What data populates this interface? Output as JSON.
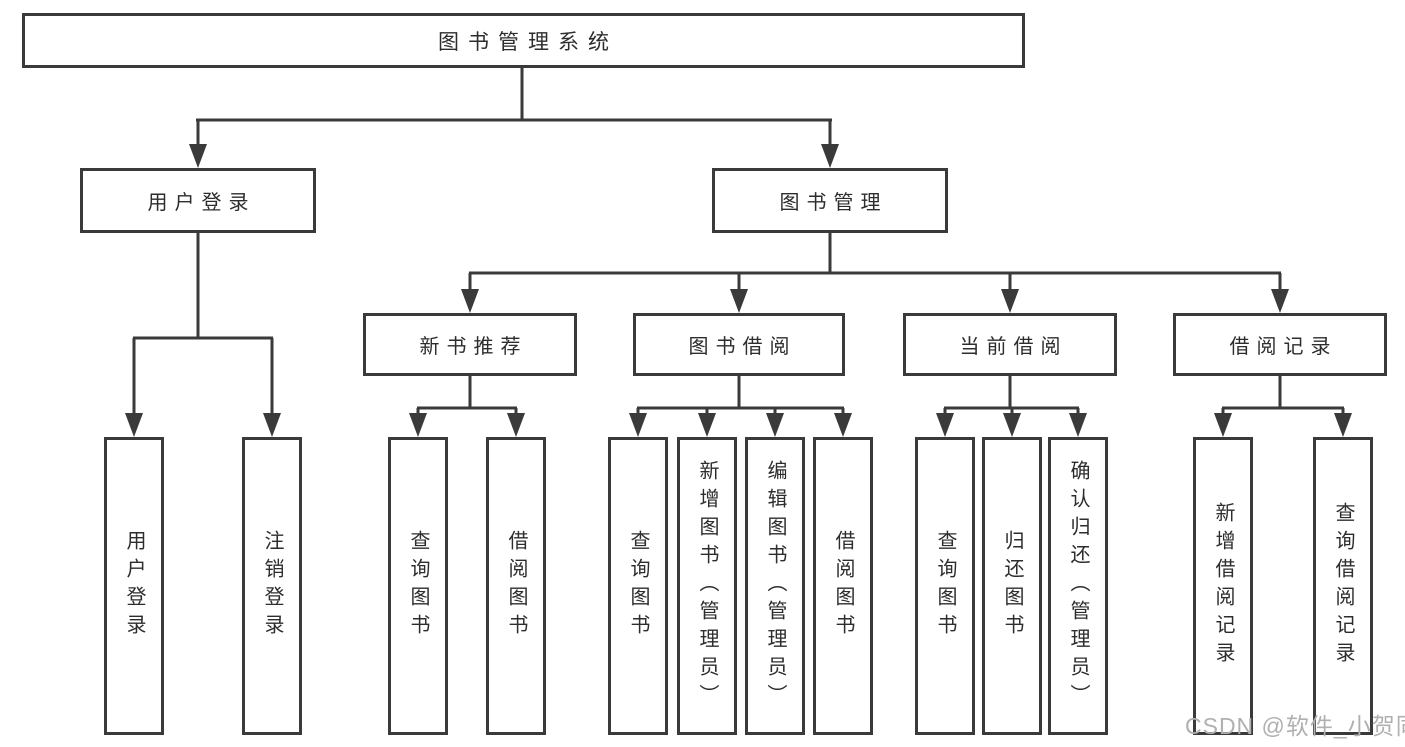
{
  "diagram_type": "hierarchy-tree",
  "tree": {
    "label": "图书管理系统",
    "children": [
      {
        "label": "用户登录",
        "children": [
          {
            "label": "用户登录"
          },
          {
            "label": "注销登录"
          }
        ]
      },
      {
        "label": "图书管理",
        "children": [
          {
            "label": "新书推荐",
            "children": [
              {
                "label": "查询图书"
              },
              {
                "label": "借阅图书"
              }
            ]
          },
          {
            "label": "图书借阅",
            "children": [
              {
                "label": "查询图书"
              },
              {
                "label": "新增图书（管理员）"
              },
              {
                "label": "编辑图书（管理员）"
              },
              {
                "label": "借阅图书"
              }
            ]
          },
          {
            "label": "当前借阅",
            "children": [
              {
                "label": "查询图书"
              },
              {
                "label": "归还图书"
              },
              {
                "label": "确认归还（管理员）"
              }
            ]
          },
          {
            "label": "借阅记录",
            "children": [
              {
                "label": "新增借阅记录"
              },
              {
                "label": "查询借阅记录"
              }
            ]
          }
        ]
      }
    ]
  },
  "watermark": {
    "text": "CSDN @软件_小贺同学"
  },
  "colors": {
    "line": "#3a3a3a",
    "text": "#2d2d2d",
    "watermark": "#b0b0b0",
    "background": "#ffffff"
  }
}
